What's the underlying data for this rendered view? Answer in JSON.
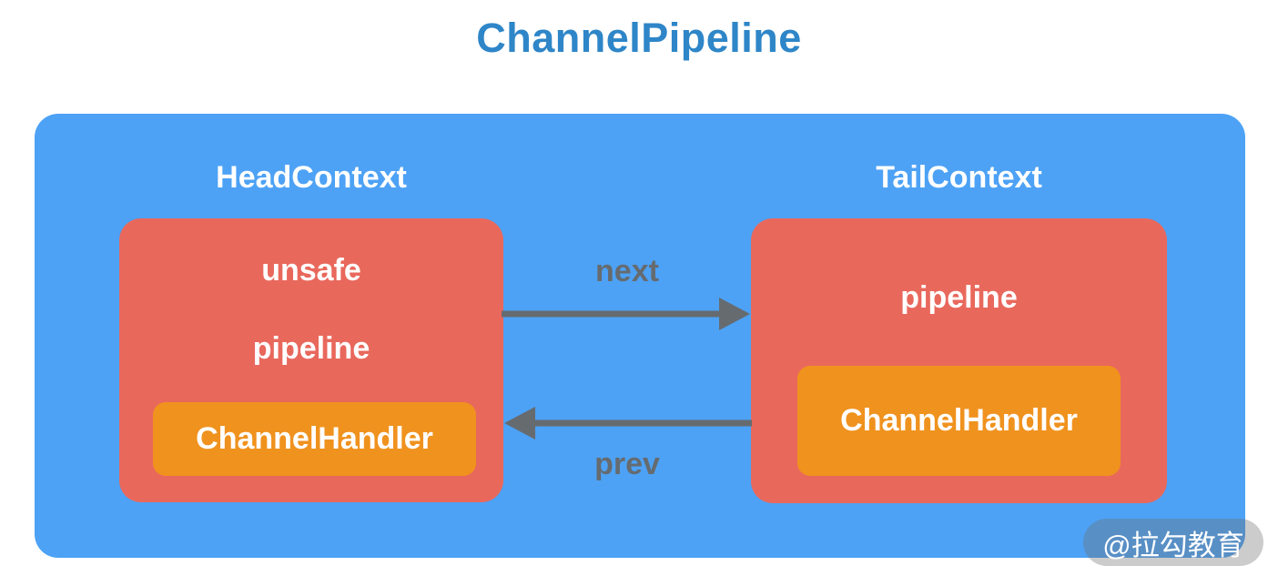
{
  "title": "ChannelPipeline",
  "colors": {
    "title_blue": "#2e86c8",
    "container_blue": "#4da2f5",
    "box_red": "#e9685c",
    "box_orange": "#f0921e",
    "arrow_gray": "#666b70"
  },
  "diagram": {
    "head_context": {
      "label": "HeadContext",
      "fields": [
        "unsafe",
        "pipeline"
      ],
      "handler": "ChannelHandler"
    },
    "tail_context": {
      "label": "TailContext",
      "fields": [
        "pipeline"
      ],
      "handler": "ChannelHandler"
    },
    "arrows": {
      "next_label": "next",
      "prev_label": "prev"
    }
  },
  "watermark": "@拉勾教育"
}
